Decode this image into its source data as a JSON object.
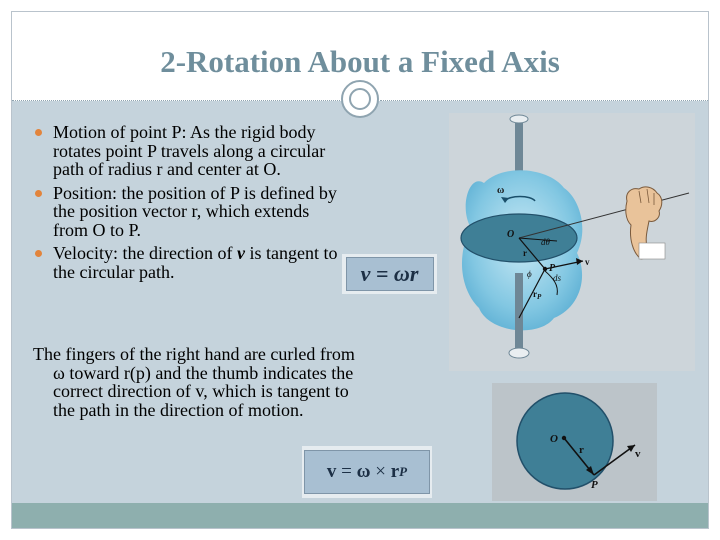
{
  "slide": {
    "title": "2-Rotation About a Fixed Axis"
  },
  "bullets": [
    {
      "text": "Motion of point P: As the rigid body rotates point P travels along a circular path of radius r and center at O."
    },
    {
      "text": "Position: the position of P is defined by the position vector r, which extends from O to P."
    },
    {
      "text_before": "Velocity: the direction of ",
      "emphasis": "v",
      "text_after": " is tangent to the circular path."
    }
  ],
  "paragraph": "The fingers of the right hand are curled from ω toward r(p) and the thumb indicates the correct direction of v, which is tangent to the path in the direction of motion.",
  "formulas": {
    "speed": "v = ωr",
    "vector": {
      "lhs": "v",
      "eq": "=",
      "omega": "ω",
      "times": "×",
      "r": "r",
      "sub": "P"
    }
  },
  "figure_main": {
    "label_omega": "ω",
    "label_O": "O",
    "label_dtheta": "dθ",
    "label_r": "r",
    "label_phi": "ϕ",
    "label_P": "P",
    "label_ds": "ds",
    "label_v": "v",
    "label_rp": "r",
    "label_rp_sub": "P"
  },
  "figure_small": {
    "label_O": "O",
    "label_r": "r",
    "label_v": "v",
    "label_P": "P"
  },
  "colors": {
    "title": "#6f8e9c",
    "content_bg": "#c5d3dc",
    "footer": "#8eafae",
    "bullet": "#e2843c",
    "body_blue": "#7ec4df",
    "disk_blue": "#3f7f96"
  }
}
